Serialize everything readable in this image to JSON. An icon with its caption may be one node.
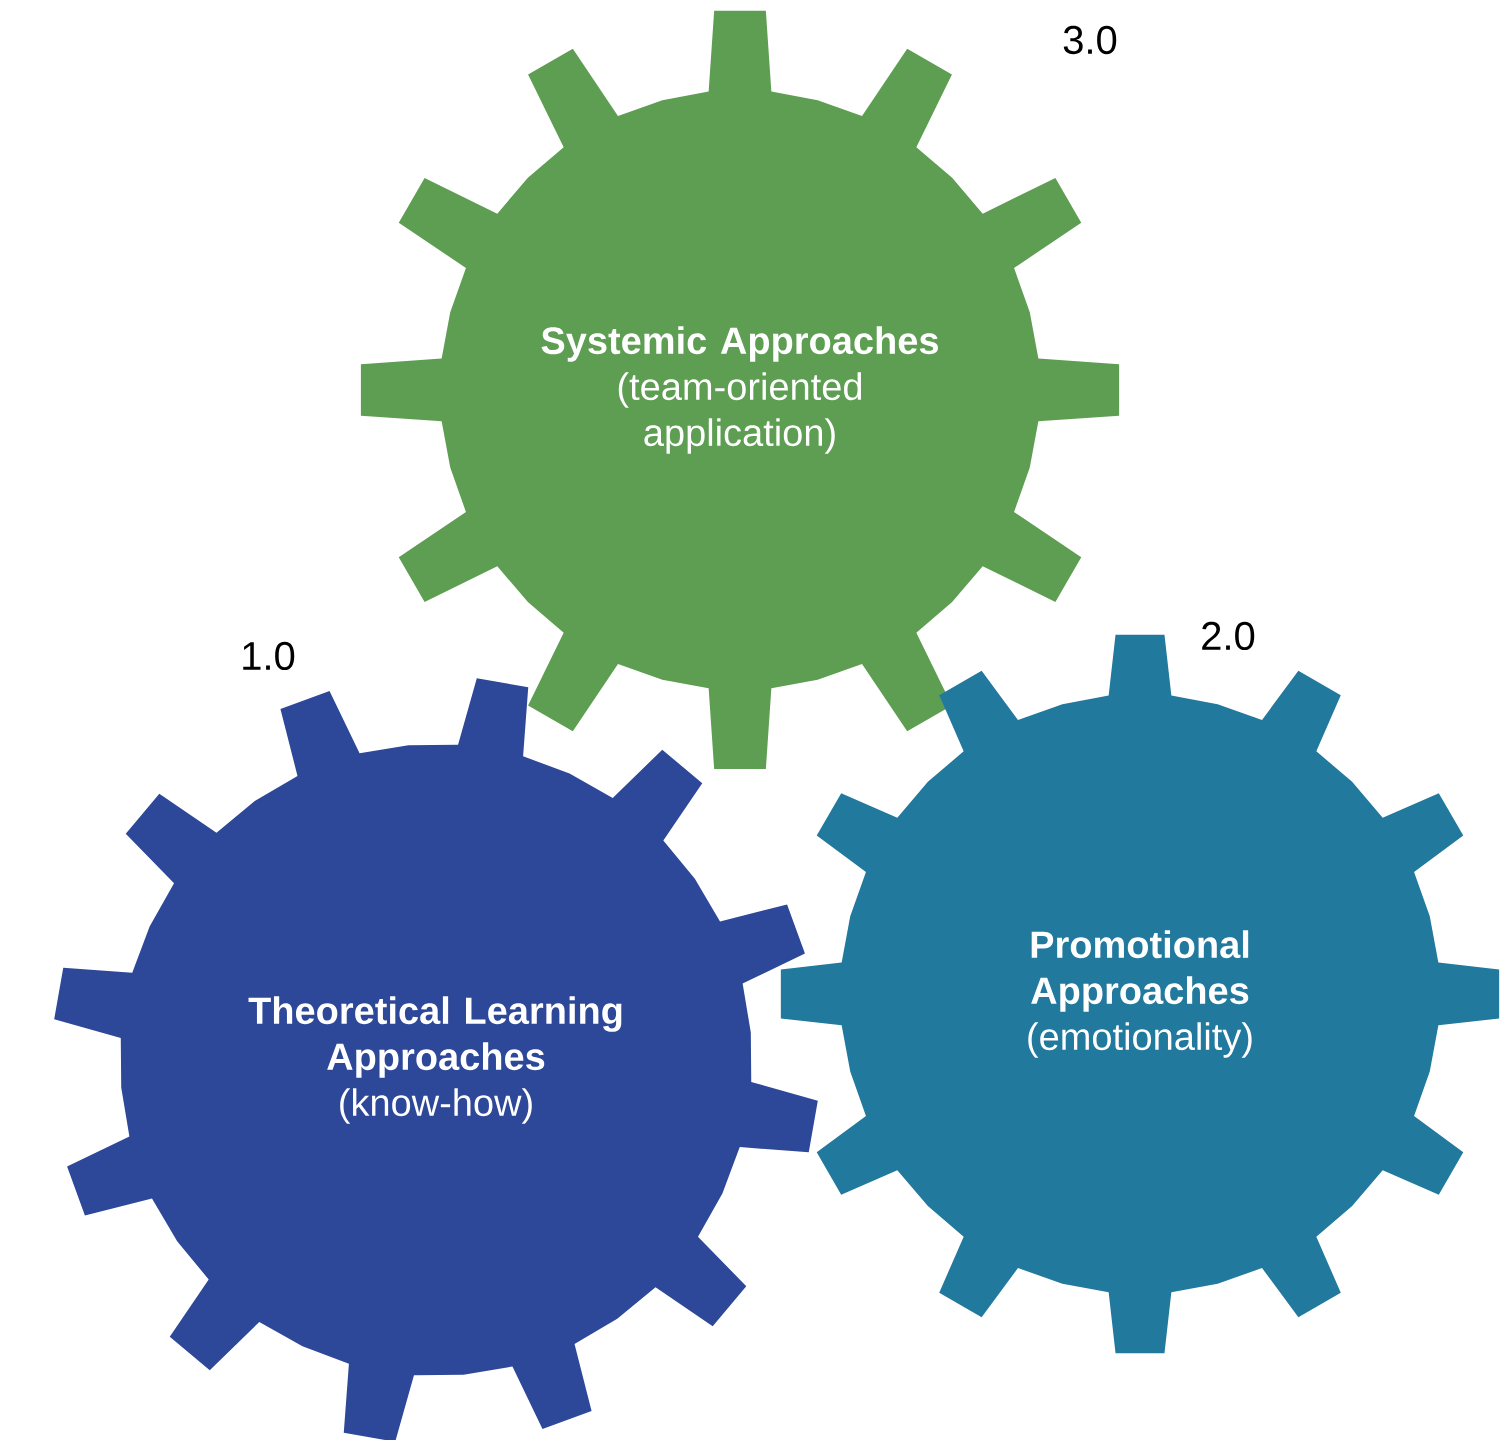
{
  "diagram": {
    "nodes": [
      {
        "text": [
          "Systemic Approaches",
          "(team-oriented application)"
        ],
        "beside": [
          "3.0"
        ]
      },
      {
        "text": [
          "Promotional Approaches",
          "(emotionality)"
        ],
        "beside": [
          "2.0"
        ]
      },
      {
        "text": [
          "Theoretical Learning Approaches",
          "(know-how)"
        ],
        "beside": [
          "1.0"
        ]
      }
    ]
  }
}
